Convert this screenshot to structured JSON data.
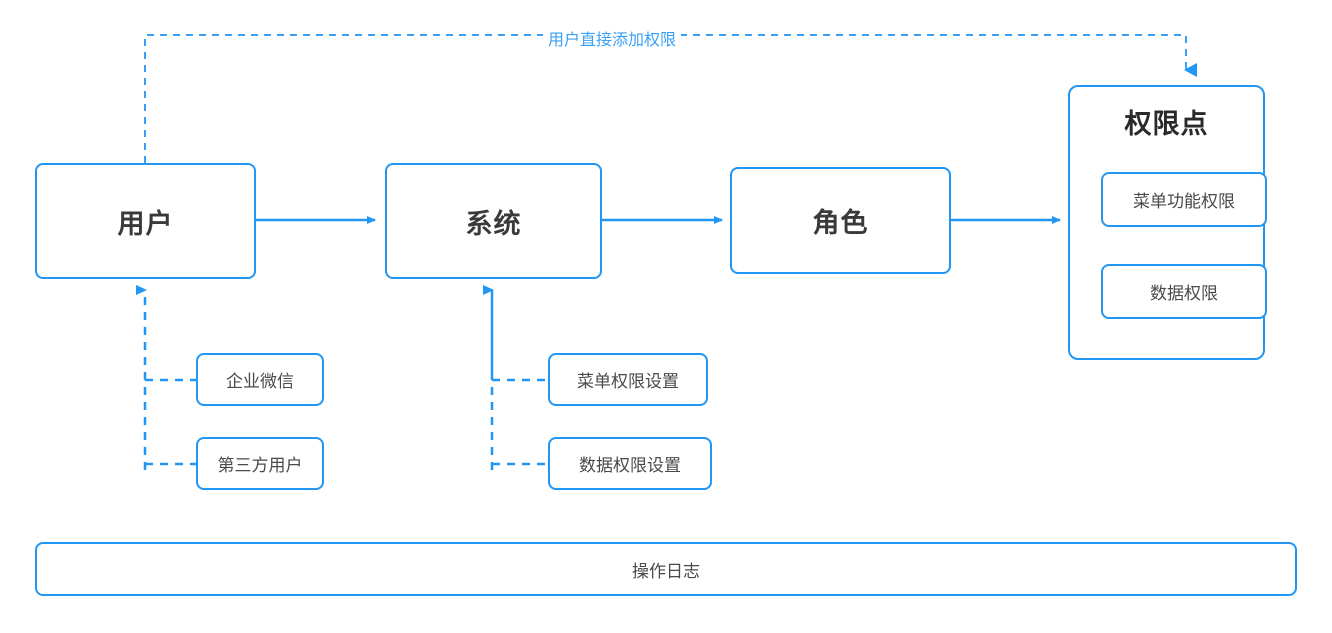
{
  "diagram": {
    "title_text": "",
    "accent_color": "#2196f3",
    "label_color": "#3aa0f5",
    "text_color": "#3a3a3a",
    "background": "#ffffff"
  },
  "nodes": {
    "user": {
      "label": "用户"
    },
    "system": {
      "label": "系统"
    },
    "role": {
      "label": "角色"
    },
    "permission_group": {
      "title": "权限点",
      "items": [
        {
          "label": "菜单功能权限"
        },
        {
          "label": "数据权限"
        }
      ]
    }
  },
  "sources": [
    {
      "label": "企业微信"
    },
    {
      "label": "第三方用户"
    }
  ],
  "settings": [
    {
      "label": "菜单权限设置"
    },
    {
      "label": "数据权限设置"
    }
  ],
  "edges": {
    "direct_grant_label": "用户直接添加权限"
  },
  "footer": {
    "log_label": "操作日志"
  }
}
